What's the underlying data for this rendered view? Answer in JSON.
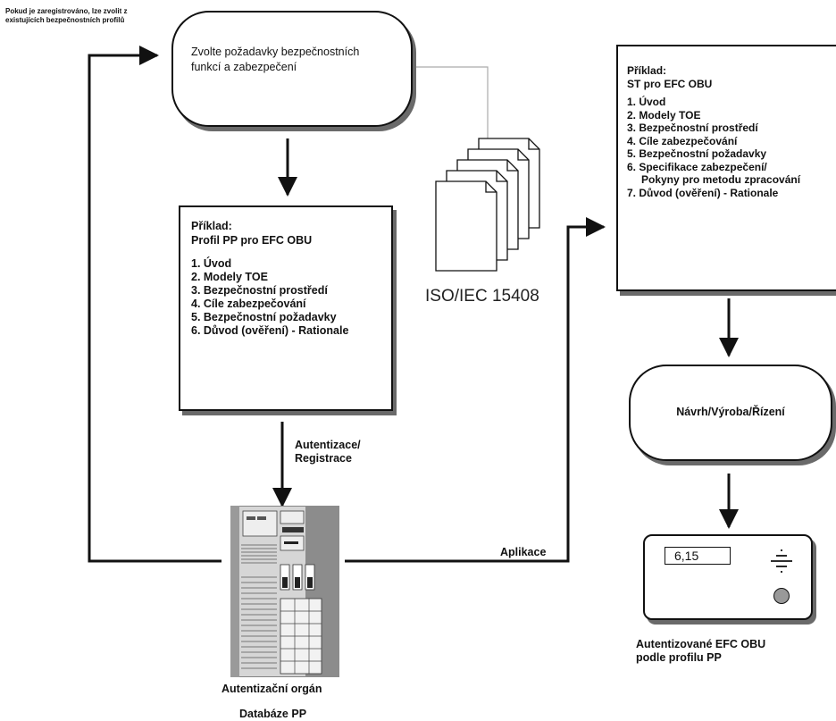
{
  "note": {
    "text_line1": "Pokud je zaregistrováno, lze zvolit z",
    "text_line2": "existujících bezpečnostních profilů"
  },
  "select_box": {
    "line1": "Zvolte požadavky bezpečnostních",
    "line2": "funkcí a zabezpečení"
  },
  "pp_box": {
    "title1": "Příklad:",
    "title2": "Profil PP pro EFC OBU",
    "items": [
      "1. Úvod",
      "2. Modely TOE",
      "3. Bezpečnostní prostředí",
      "4. Cíle zabezpečování",
      "5. Bezpečnostní požadavky",
      "6. Důvod (ověření) - Rationale"
    ]
  },
  "st_box": {
    "title1": "Příklad:",
    "title2": "ST pro EFC OBU",
    "items": [
      "1. Úvod",
      "2. Modely TOE",
      "3. Bezpečnostní prostředí",
      "4. Cíle zabezpečování",
      "5. Bezpečnostní požadavky",
      "6. Specifikace zabezpečení/",
      "Pokyny pro metodu zpracování",
      "7. Důvod (ověření) - Rationale"
    ]
  },
  "iso_label": "ISO/IEC 15408",
  "auth_arrow": {
    "line1": "Autentizace/",
    "line2": "Registrace"
  },
  "app_label": "Aplikace",
  "server": {
    "label1": "Autentizační orgán",
    "label2": "Databáze PP"
  },
  "design_box": "Návrh/Výroba/Řízení",
  "obu": {
    "display_value": "6,15",
    "caption1": "Autentizované EFC OBU",
    "caption2": "podle profilu PP"
  }
}
